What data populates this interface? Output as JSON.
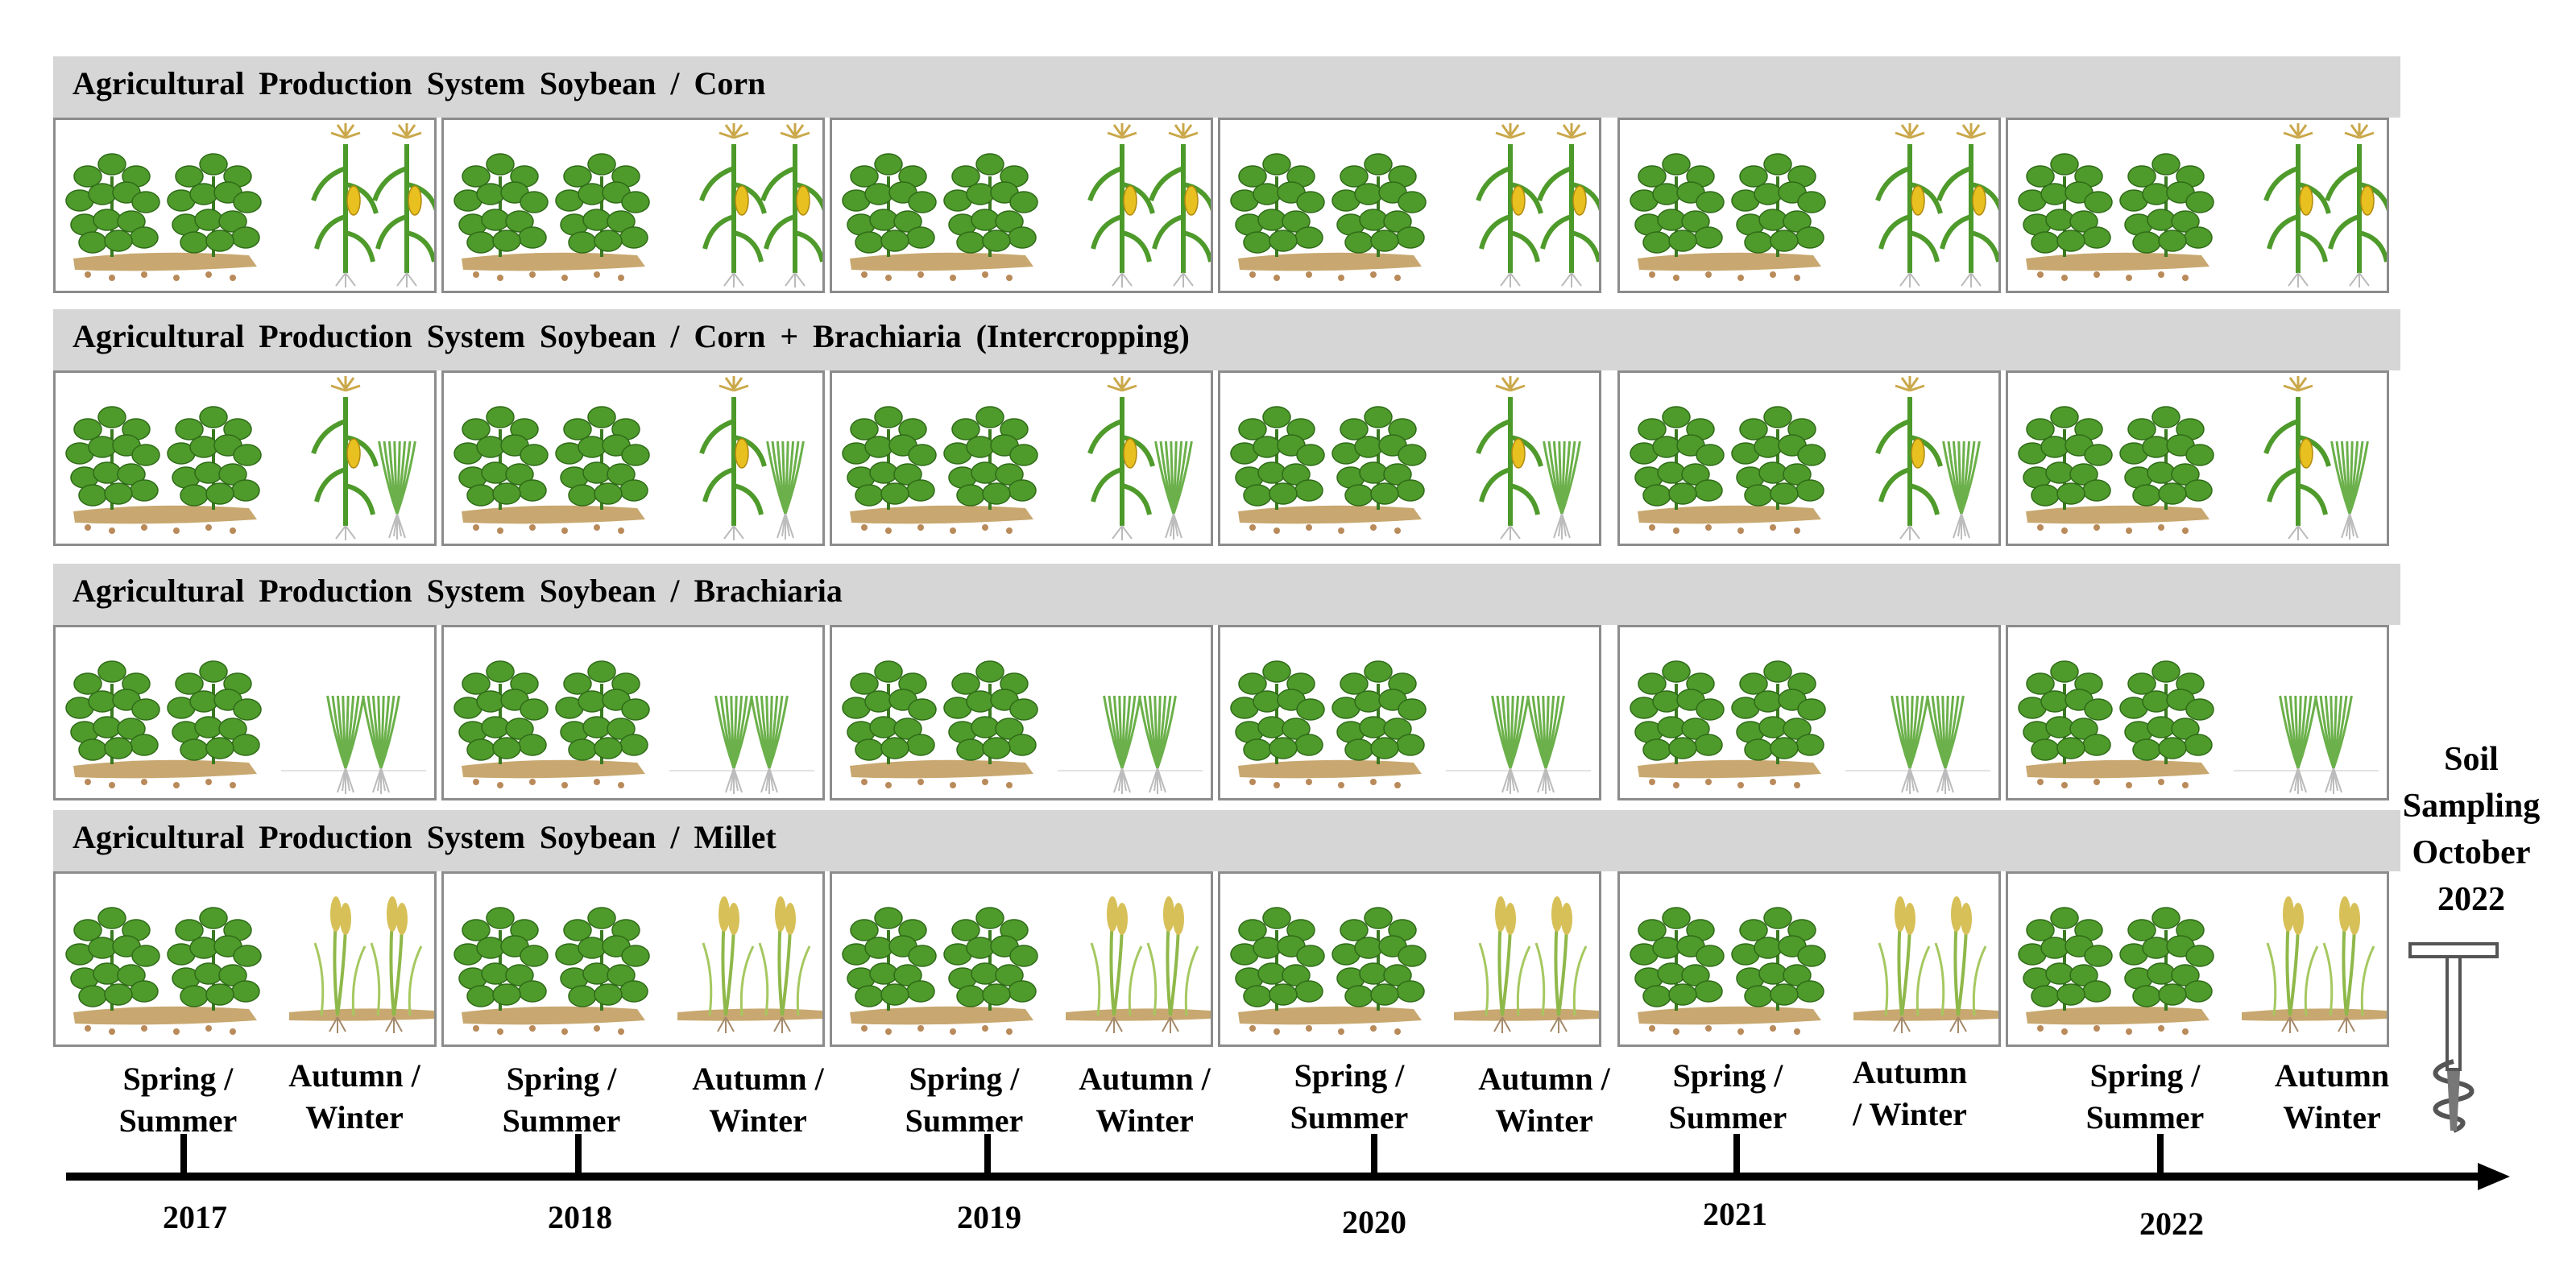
{
  "rows": [
    {
      "title": "Agricultural Production System Soybean / Corn",
      "winter_crop": "corn"
    },
    {
      "title": "Agricultural Production System Soybean / Corn + Brachiaria (Intercropping)",
      "winter_crop": "corn+brachiaria"
    },
    {
      "title": "Agricultural Production System Soybean / Brachiaria",
      "winter_crop": "brachiaria"
    },
    {
      "title": "Agricultural Production System Soybean / Millet",
      "winter_crop": "millet"
    }
  ],
  "years": [
    "2017",
    "2018",
    "2019",
    "2020",
    "2021",
    "2022"
  ],
  "seasons": [
    {
      "line1": "Spring /",
      "line2": "Summer"
    },
    {
      "line1": "Autumn /",
      "line2": "Winter"
    },
    {
      "line1": "Spring /",
      "line2": "Summer"
    },
    {
      "line1": "Autumn /",
      "line2": "Winter"
    },
    {
      "line1": "Spring /",
      "line2": "Summer"
    },
    {
      "line1": "Autumn /",
      "line2": "Winter"
    },
    {
      "line1": "Spring /",
      "line2": "Summer"
    },
    {
      "line1": "Autumn /",
      "line2": "Winter"
    },
    {
      "line1": "Spring /",
      "line2": "Summer"
    },
    {
      "line1": "Autumn",
      "line2": "/ Winter"
    },
    {
      "line1": "Spring /",
      "line2": "Summer"
    },
    {
      "line1": "Autumn",
      "line2": "Winter"
    }
  ],
  "sampling": {
    "line1": "Soil",
    "line2": "Sampling",
    "line3": "October",
    "line4": "2022"
  },
  "icons": {
    "probe": "soil-auger-icon",
    "soybean": "soybean-plant-icon",
    "corn": "corn-plant-icon",
    "brachiaria": "brachiaria-grass-icon",
    "millet": "millet-plant-icon"
  },
  "colors": {
    "header_bg": "#d6d6d6",
    "leaf": "#4e9a2b",
    "soil": "#c8a870",
    "corn_cob": "#e8c020"
  }
}
